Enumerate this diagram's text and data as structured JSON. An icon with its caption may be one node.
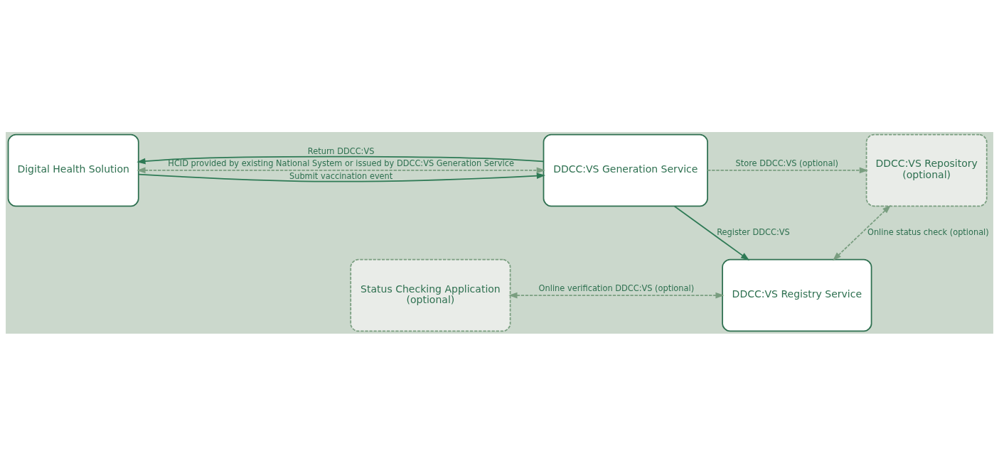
{
  "diagram": {
    "nodes": [
      {
        "text": [
          "Digital Health Solution"
        ]
      },
      {
        "text": [
          "DDCC:VS Generation Service"
        ]
      },
      {
        "text": [
          "DDCC:VS Repository",
          "(optional)"
        ]
      },
      {
        "text": [
          "Status Checking Application",
          "(optional)"
        ]
      },
      {
        "text": [
          "DDCC:VS Registry Service"
        ]
      }
    ],
    "edges": [
      {
        "from": 0,
        "to": 1,
        "arrow": "both",
        "style": "dashed",
        "label": "HCID provided by existing National System or issued by DDCC:VS Generation Service"
      },
      {
        "from": 1,
        "to": 2,
        "arrow": "to",
        "style": "dashed",
        "label": "Store DDCC:VS (optional)"
      },
      {
        "from": 0,
        "to": 1,
        "arrow": "to",
        "color": "#2e7a55",
        "label": "Submit vaccination event"
      },
      {
        "from": 1,
        "to": 0,
        "arrow": "to",
        "color": "#2e7a55",
        "label": "Return DDCC:VS"
      },
      {
        "from": 4,
        "to": 2,
        "arrow": "both",
        "style": "dashed",
        "label": "Online status check (optional)"
      },
      {
        "from": 1,
        "to": 4,
        "arrow": "to",
        "color": "#2e7a55",
        "label": "Register DDCC:VS"
      },
      {
        "from": 3,
        "to": 4,
        "arrow": "both",
        "style": "dashed",
        "label": "Online verification DDCC:VS (optional)"
      }
    ]
  }
}
